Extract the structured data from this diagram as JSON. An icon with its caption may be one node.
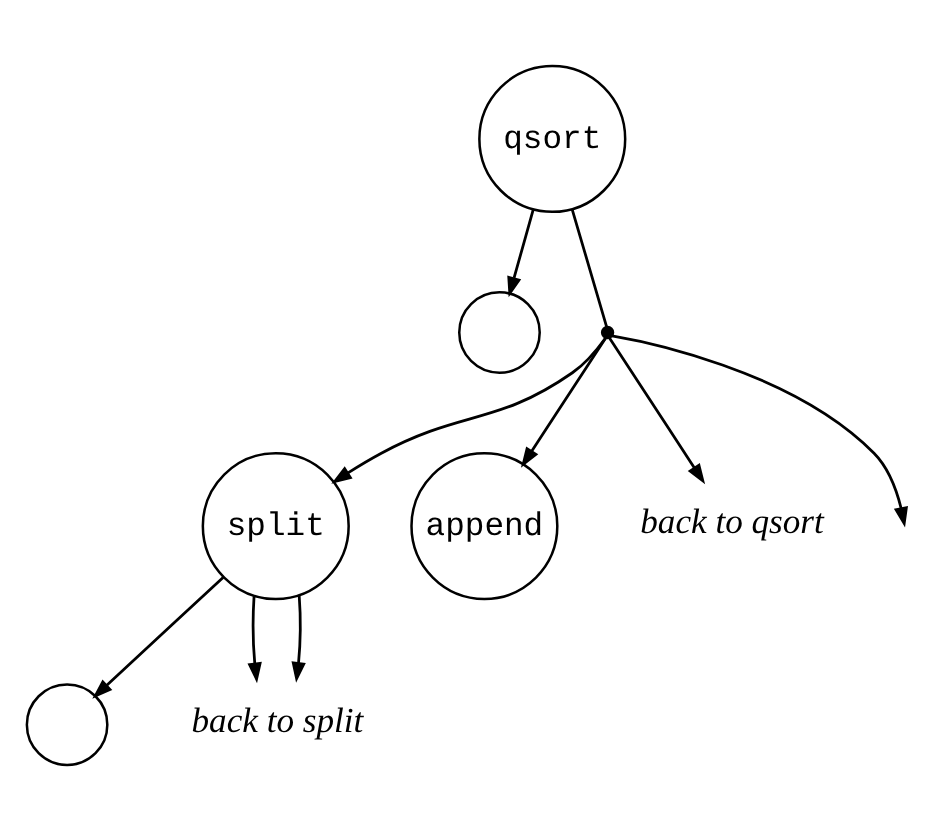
{
  "diagram": {
    "nodes": [
      {
        "text": [
          "qsort"
        ]
      },
      {
        "text": [],
        "shape": "circle"
      },
      {
        "text": [],
        "shape": "dot"
      },
      {
        "text": [
          "split"
        ]
      },
      {
        "text": [
          "append"
        ]
      },
      {
        "text": [
          "back to qsort"
        ]
      },
      {
        "text": [],
        "shape": "circle"
      },
      {
        "text": [
          "back to split"
        ]
      }
    ],
    "edges": [
      {
        "from": 0,
        "to": 1,
        "arrow": "to"
      },
      {
        "from": 0,
        "to": 2,
        "arrow": "none"
      },
      {
        "from": 2,
        "to": 3,
        "arrow": "to"
      },
      {
        "from": 2,
        "to": 4,
        "arrow": "to"
      },
      {
        "from": 2,
        "to": null,
        "arrow": "to"
      },
      {
        "from": 2,
        "to": 5,
        "arrow": "to"
      },
      {
        "from": 3,
        "to": 6,
        "arrow": "to"
      },
      {
        "from": 3,
        "to": 7,
        "arrow": "to"
      },
      {
        "from": 3,
        "to": 7,
        "arrow": "to"
      }
    ]
  }
}
